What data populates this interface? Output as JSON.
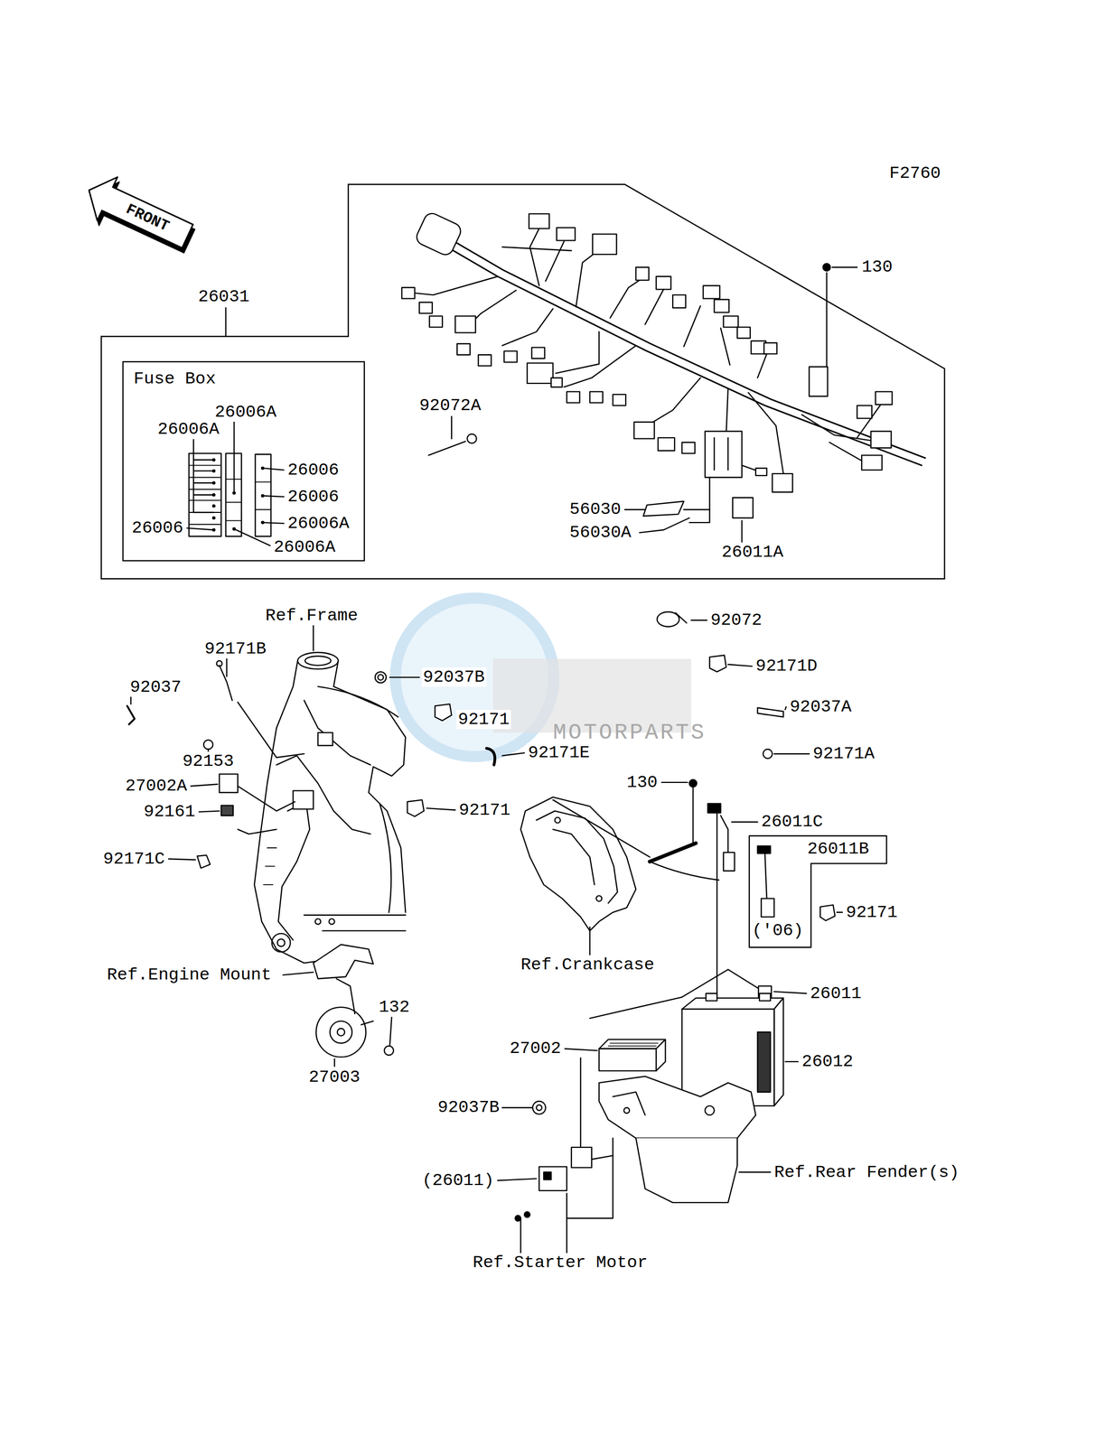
{
  "diagram": {
    "nodes": [
      {
        "text": [
          "26031"
        ]
      },
      {
        "text": [
          "Fuse Box"
        ],
        "in": 0
      }
    ],
    "labels": [
      "F2760",
      "FRONT",
      "130",
      "26006A",
      "26006A",
      "26006",
      "26006",
      "26006A",
      "26006",
      "26006A",
      "92072A",
      "56030",
      "56030A",
      "26011A",
      "Ref.Frame",
      "92072",
      "92171B",
      "92037B",
      "92171D",
      "92037",
      "MOTORPARTS",
      "92171",
      "92037A",
      "92153",
      "92171E",
      "92171A",
      "27002A",
      "130",
      "92171",
      "92161",
      "26011C",
      "26011B",
      "92171C",
      "92171",
      "('06)",
      "Ref.Crankcase",
      "Ref.Engine Mount",
      "26011",
      "132",
      "27002",
      "26012",
      "27003",
      "92037B",
      "Ref.Rear Fender(s)",
      "(26011)",
      "Ref.Starter Motor"
    ]
  }
}
